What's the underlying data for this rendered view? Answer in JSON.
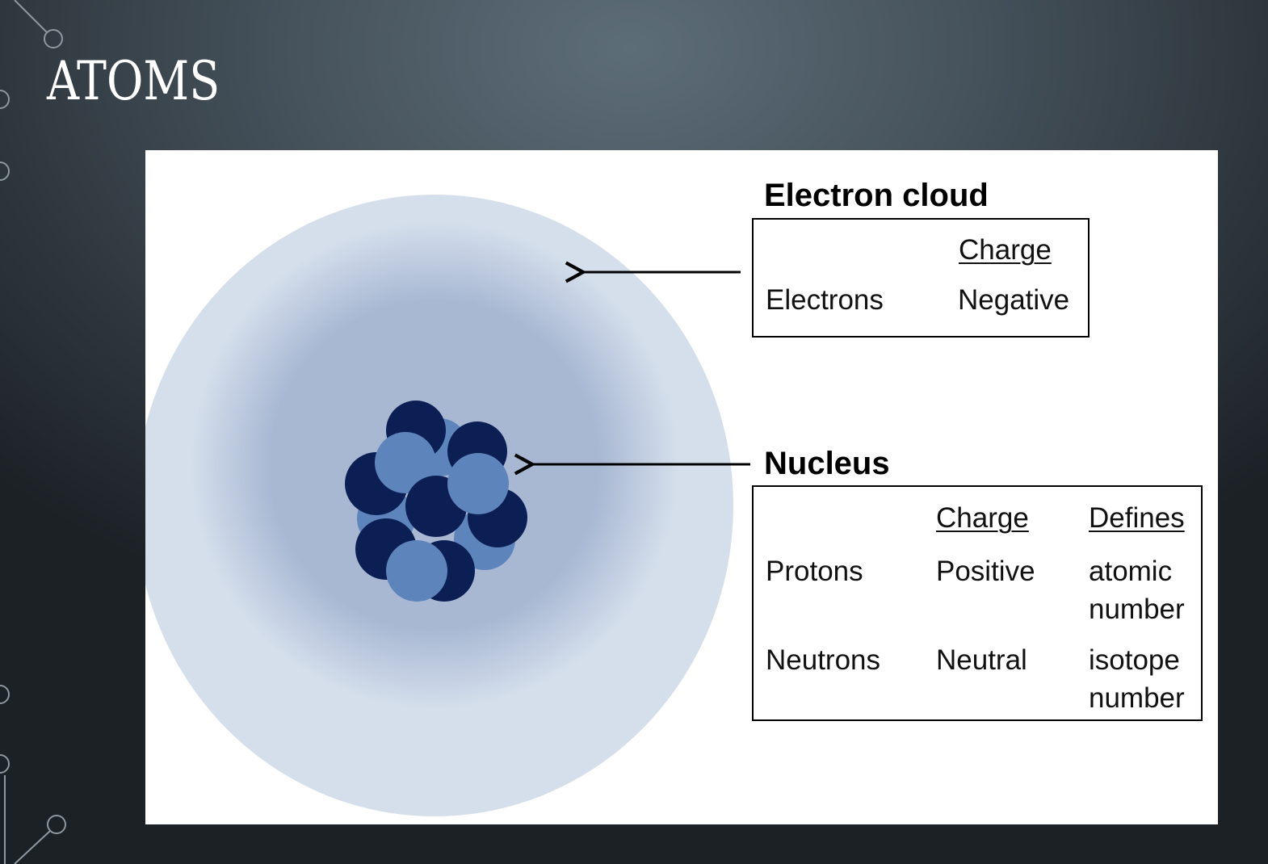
{
  "slide": {
    "title": "ATOMS"
  },
  "diagram": {
    "electron_cloud": {
      "label": "Electron cloud",
      "header_charge": "Charge",
      "rows": [
        {
          "name": "Electrons",
          "charge": "Negative"
        }
      ]
    },
    "nucleus": {
      "label": "Nucleus",
      "header_charge": "Charge",
      "header_defines": "Defines",
      "rows": [
        {
          "name": "Protons",
          "charge": "Positive",
          "defines_1": "atomic",
          "defines_2": "number"
        },
        {
          "name": "Neutrons",
          "charge": "Neutral",
          "defines_1": "isotope",
          "defines_2": "number"
        }
      ]
    }
  },
  "colors": {
    "proton": "#0c1f55",
    "neutron": "#5e84bc",
    "cloud_outer": "#d5dfec",
    "cloud_inner": "#a8b8d3"
  }
}
